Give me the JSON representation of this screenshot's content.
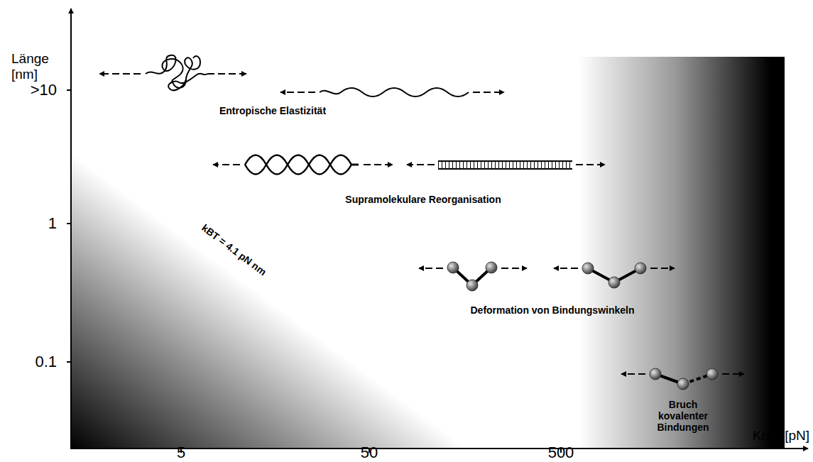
{
  "diagram": {
    "labels": [
      "Länge [nm]",
      ">10",
      "1",
      "0.1",
      "5",
      "50",
      "500",
      "Kraft [pN]",
      "Entropische Elastizität",
      "Supramolekulare Reorganisation",
      "kBT = 4.1 pN nm",
      "Deformation von Bindungswinkeln",
      "Bruch kovalenter Bindungen"
    ]
  }
}
